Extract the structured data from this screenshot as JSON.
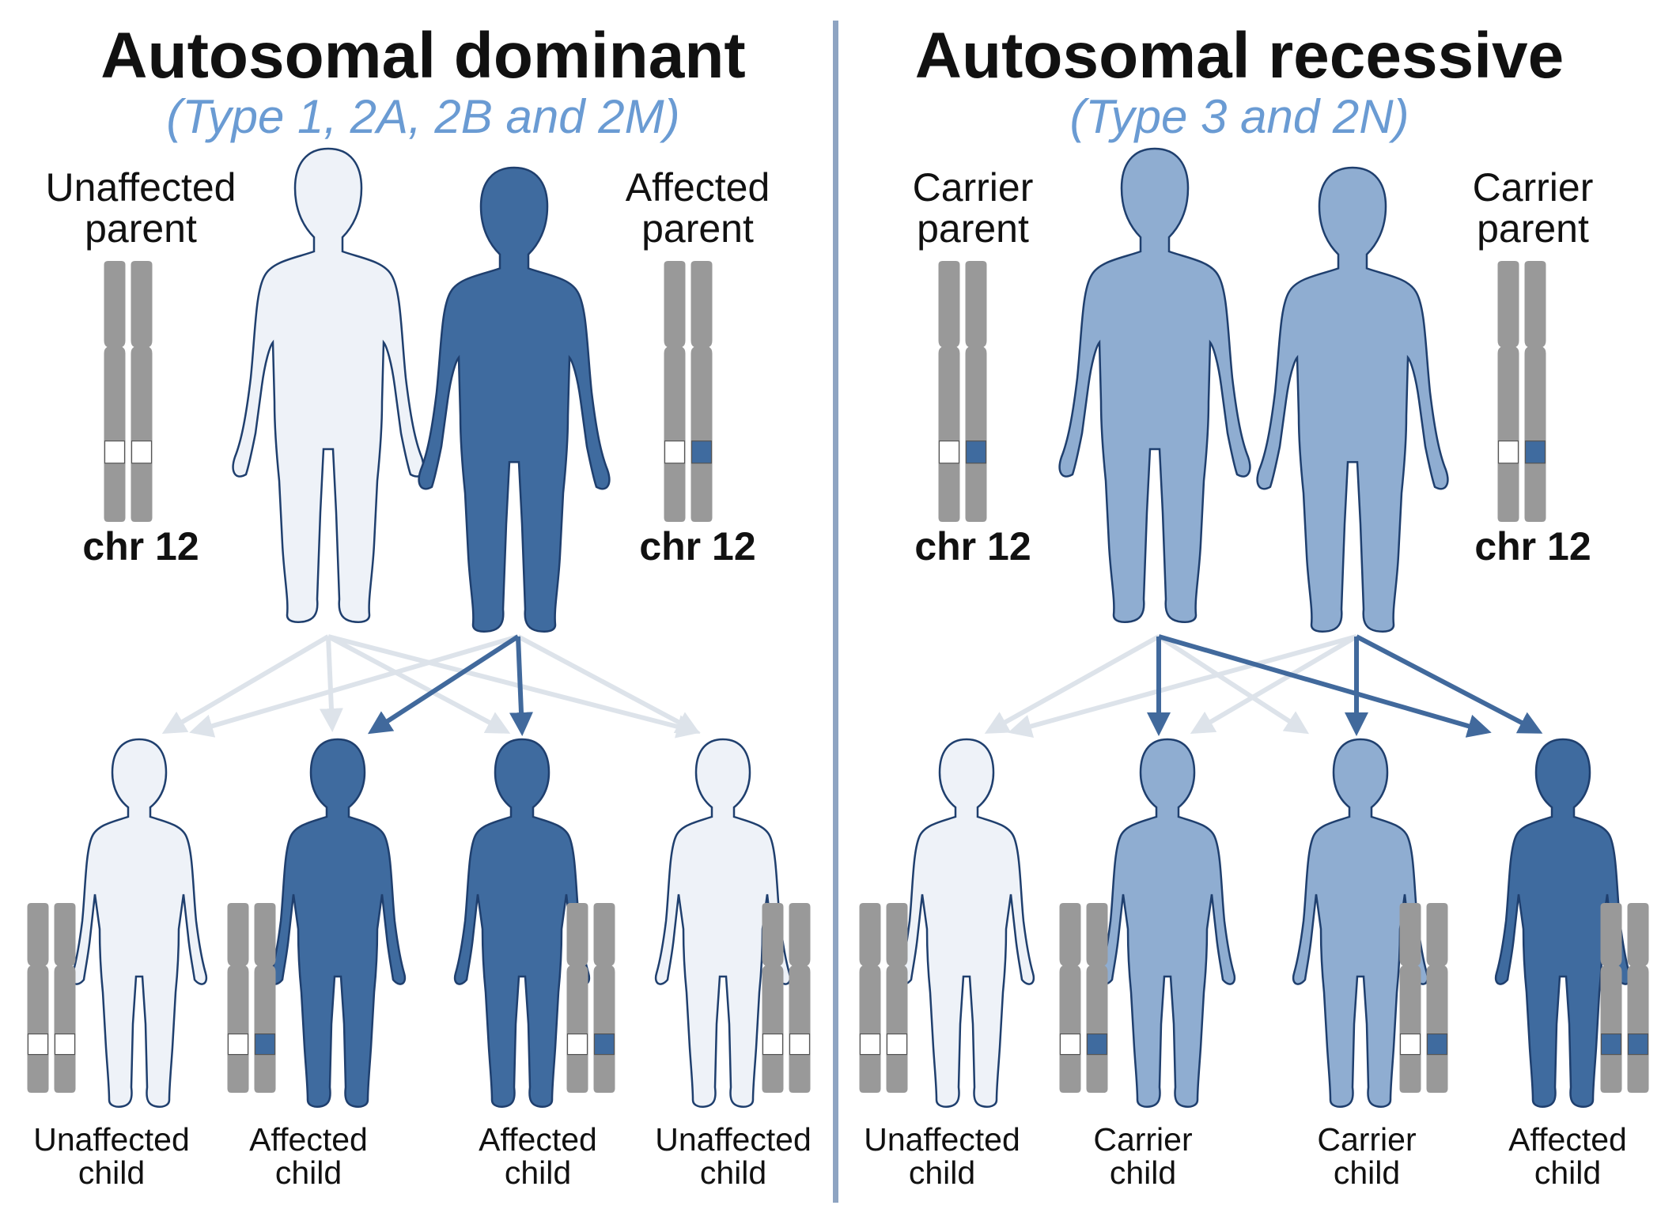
{
  "colors": {
    "unaffected": "#eef2f8",
    "affected": "#3f6b9f",
    "carrier": "#8fadd1",
    "chromosome": "#999999",
    "arrow_light": "#dde3ea",
    "arrow_dark": "#41699c",
    "subtitle": "#6a9bd3",
    "divider": "#8ea4c2"
  },
  "left": {
    "title": "Autosomal dominant",
    "subtitle": "(Type 1, 2A, 2B and 2M)",
    "parent_left": {
      "label_l1": "Unaffected",
      "label_l2": "parent",
      "status": "unaffected",
      "alleles": [
        "normal",
        "normal"
      ]
    },
    "parent_right": {
      "label_l1": "Affected",
      "label_l2": "parent",
      "status": "affected",
      "alleles": [
        "normal",
        "mutant"
      ]
    },
    "chr_label": "chr 12",
    "children": [
      {
        "label_l1": "Unaffected",
        "label_l2": "child",
        "status": "unaffected",
        "alleles": [
          "normal",
          "normal"
        ]
      },
      {
        "label_l1": "Affected",
        "label_l2": "child",
        "status": "affected",
        "alleles": [
          "normal",
          "mutant"
        ]
      },
      {
        "label_l1": "Affected",
        "label_l2": "child",
        "status": "affected",
        "alleles": [
          "normal",
          "mutant"
        ]
      },
      {
        "label_l1": "Unaffected",
        "label_l2": "child",
        "status": "unaffected",
        "alleles": [
          "normal",
          "normal"
        ]
      }
    ]
  },
  "right": {
    "title": "Autosomal recessive",
    "subtitle": "(Type 3 and 2N)",
    "parent_left": {
      "label_l1": "Carrier",
      "label_l2": "parent",
      "status": "carrier",
      "alleles": [
        "normal",
        "mutant"
      ]
    },
    "parent_right": {
      "label_l1": "Carrier",
      "label_l2": "parent",
      "status": "carrier",
      "alleles": [
        "normal",
        "mutant"
      ]
    },
    "chr_label": "chr 12",
    "children": [
      {
        "label_l1": "Unaffected",
        "label_l2": "child",
        "status": "unaffected",
        "alleles": [
          "normal",
          "normal"
        ]
      },
      {
        "label_l1": "Carrier",
        "label_l2": "child",
        "status": "carrier",
        "alleles": [
          "normal",
          "mutant"
        ]
      },
      {
        "label_l1": "Carrier",
        "label_l2": "child",
        "status": "carrier",
        "alleles": [
          "normal",
          "mutant"
        ]
      },
      {
        "label_l1": "Affected",
        "label_l2": "child",
        "status": "affected",
        "alleles": [
          "mutant",
          "mutant"
        ]
      }
    ]
  }
}
